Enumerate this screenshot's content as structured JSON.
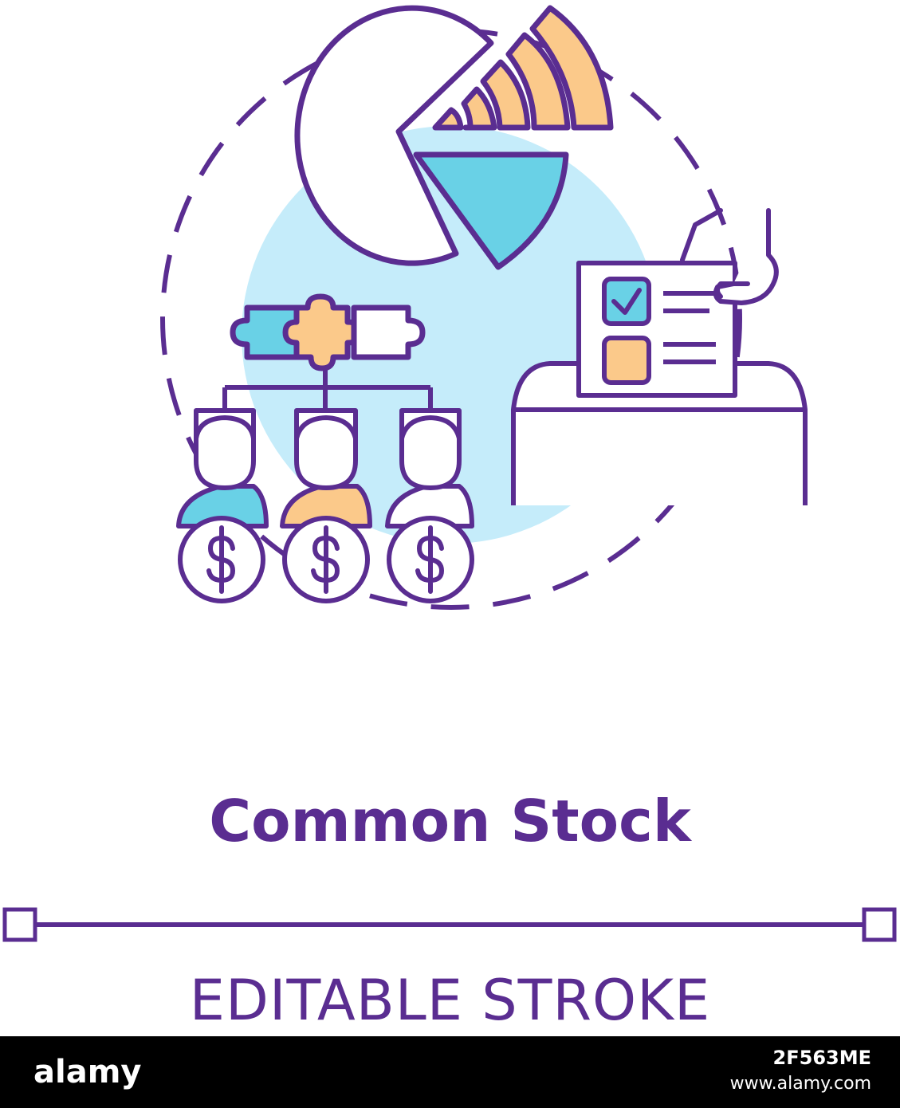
{
  "icon": {
    "title": "Common Stock",
    "subtitle": "EDITABLE STROKE",
    "colors": {
      "outline": "#5a2d91",
      "accent_blue": "#69d1e6",
      "accent_light_blue": "#c5ecfa",
      "accent_orange": "#fbc98a"
    }
  },
  "footer": {
    "brand": "alamy",
    "image_id": "2F563ME",
    "url": "www.alamy.com"
  }
}
